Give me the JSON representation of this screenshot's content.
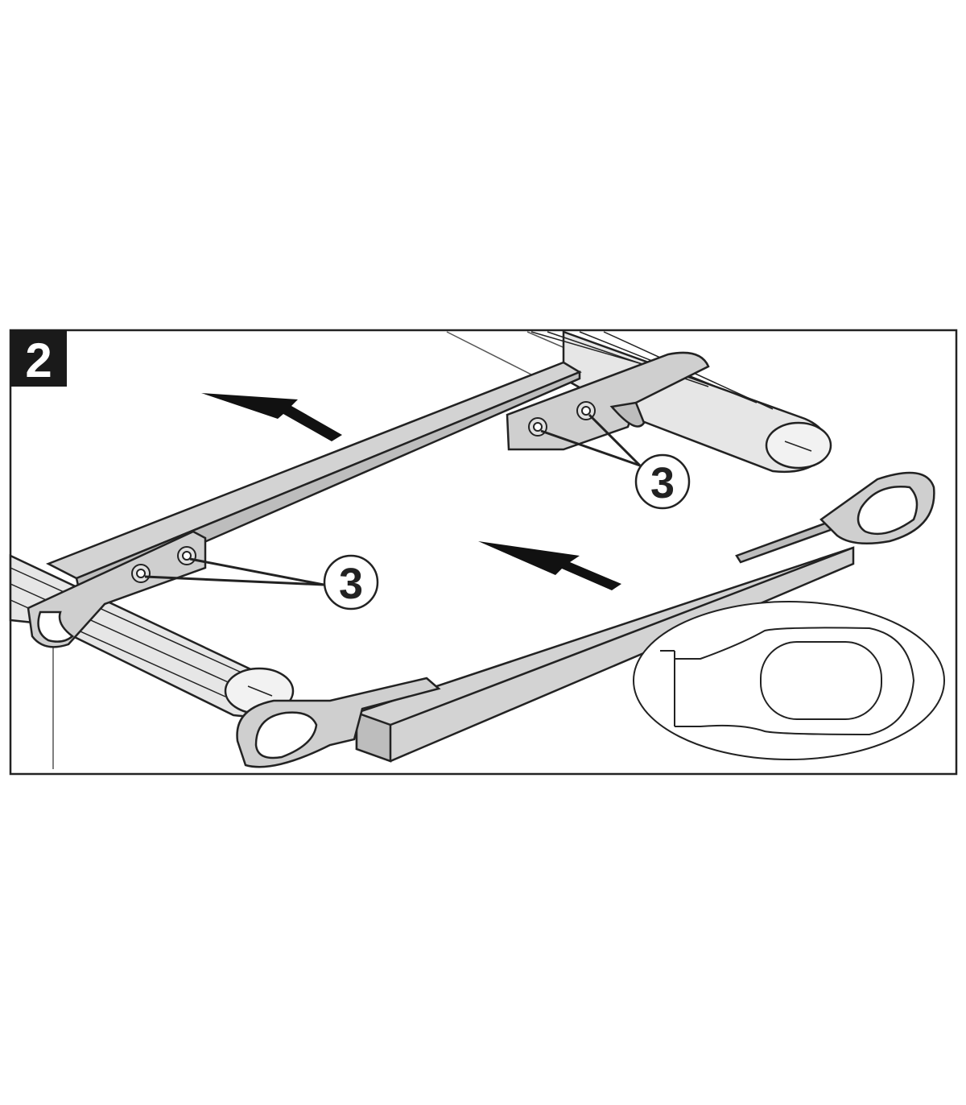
{
  "figure": {
    "step_number": "2",
    "callouts": [
      {
        "id": "callout-right",
        "label": "3"
      },
      {
        "id": "callout-left",
        "label": "3"
      }
    ],
    "colors": {
      "frame": "#222222",
      "badge": "#1a1a1a",
      "bar_fill": "#d3d3d3",
      "bar_stroke": "#222222",
      "arrow": "#111111",
      "background": "#ffffff"
    }
  }
}
